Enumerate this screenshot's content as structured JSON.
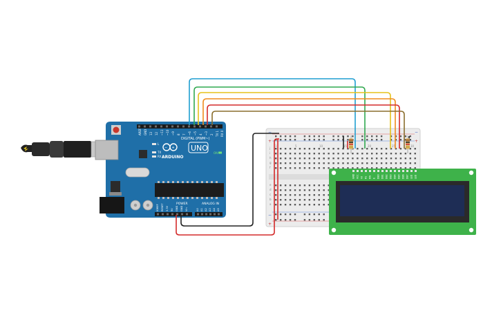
{
  "arduino": {
    "aref": "AREF",
    "gnd": "GND",
    "digital_pins": [
      "13",
      "12",
      "~11",
      "~10",
      "~9",
      "8",
      "7",
      "~6",
      "~5",
      "4",
      "~3",
      "2",
      "TX 1",
      "RX 0"
    ],
    "digital_label": "DIGITAL (PWM~)",
    "brand": "ARDUINO",
    "model": "UNO",
    "on_label": "ON",
    "l_label": "L",
    "tx_label": "TX",
    "rx_label": "RX",
    "power_label": "POWER",
    "analog_label": "ANALOG IN",
    "power_pins": [
      "IOREF",
      "RESET",
      "3.3V",
      "5V",
      "GND",
      "GND",
      "Vin"
    ],
    "analog_pins": [
      "A0",
      "A1",
      "A2",
      "A3",
      "A4",
      "A5"
    ]
  },
  "breadboard": {
    "plus": "+",
    "minus": "−",
    "row_letters_top": [
      "j",
      "i",
      "h",
      "g",
      "f"
    ],
    "row_letters_bottom": [
      "e",
      "d",
      "c",
      "b",
      "a"
    ],
    "column_numbers": [
      "1",
      "5",
      "10",
      "15",
      "20",
      "25",
      "30"
    ]
  },
  "lcd": {
    "pin_labels": [
      "GND",
      "VCC",
      "V0",
      "RS",
      "RW",
      "E",
      "DB0",
      "DB1",
      "DB2",
      "DB3",
      "DB4",
      "DB5",
      "DB6",
      "DB7",
      "LED",
      "LED"
    ]
  },
  "colors": {
    "board": "#1f6fa8",
    "breadboard": "#ececec",
    "lcd_pcb": "#3eb24a",
    "lcd_screen": "#1e2d55",
    "wire_blue": "#1f9ed1",
    "wire_green": "#2fa84f",
    "wire_yellow": "#e5c21b",
    "wire_orange": "#f08a1c",
    "wire_red": "#d32a2a",
    "wire_brown": "#8a6d2c",
    "wire_black": "#222222"
  }
}
